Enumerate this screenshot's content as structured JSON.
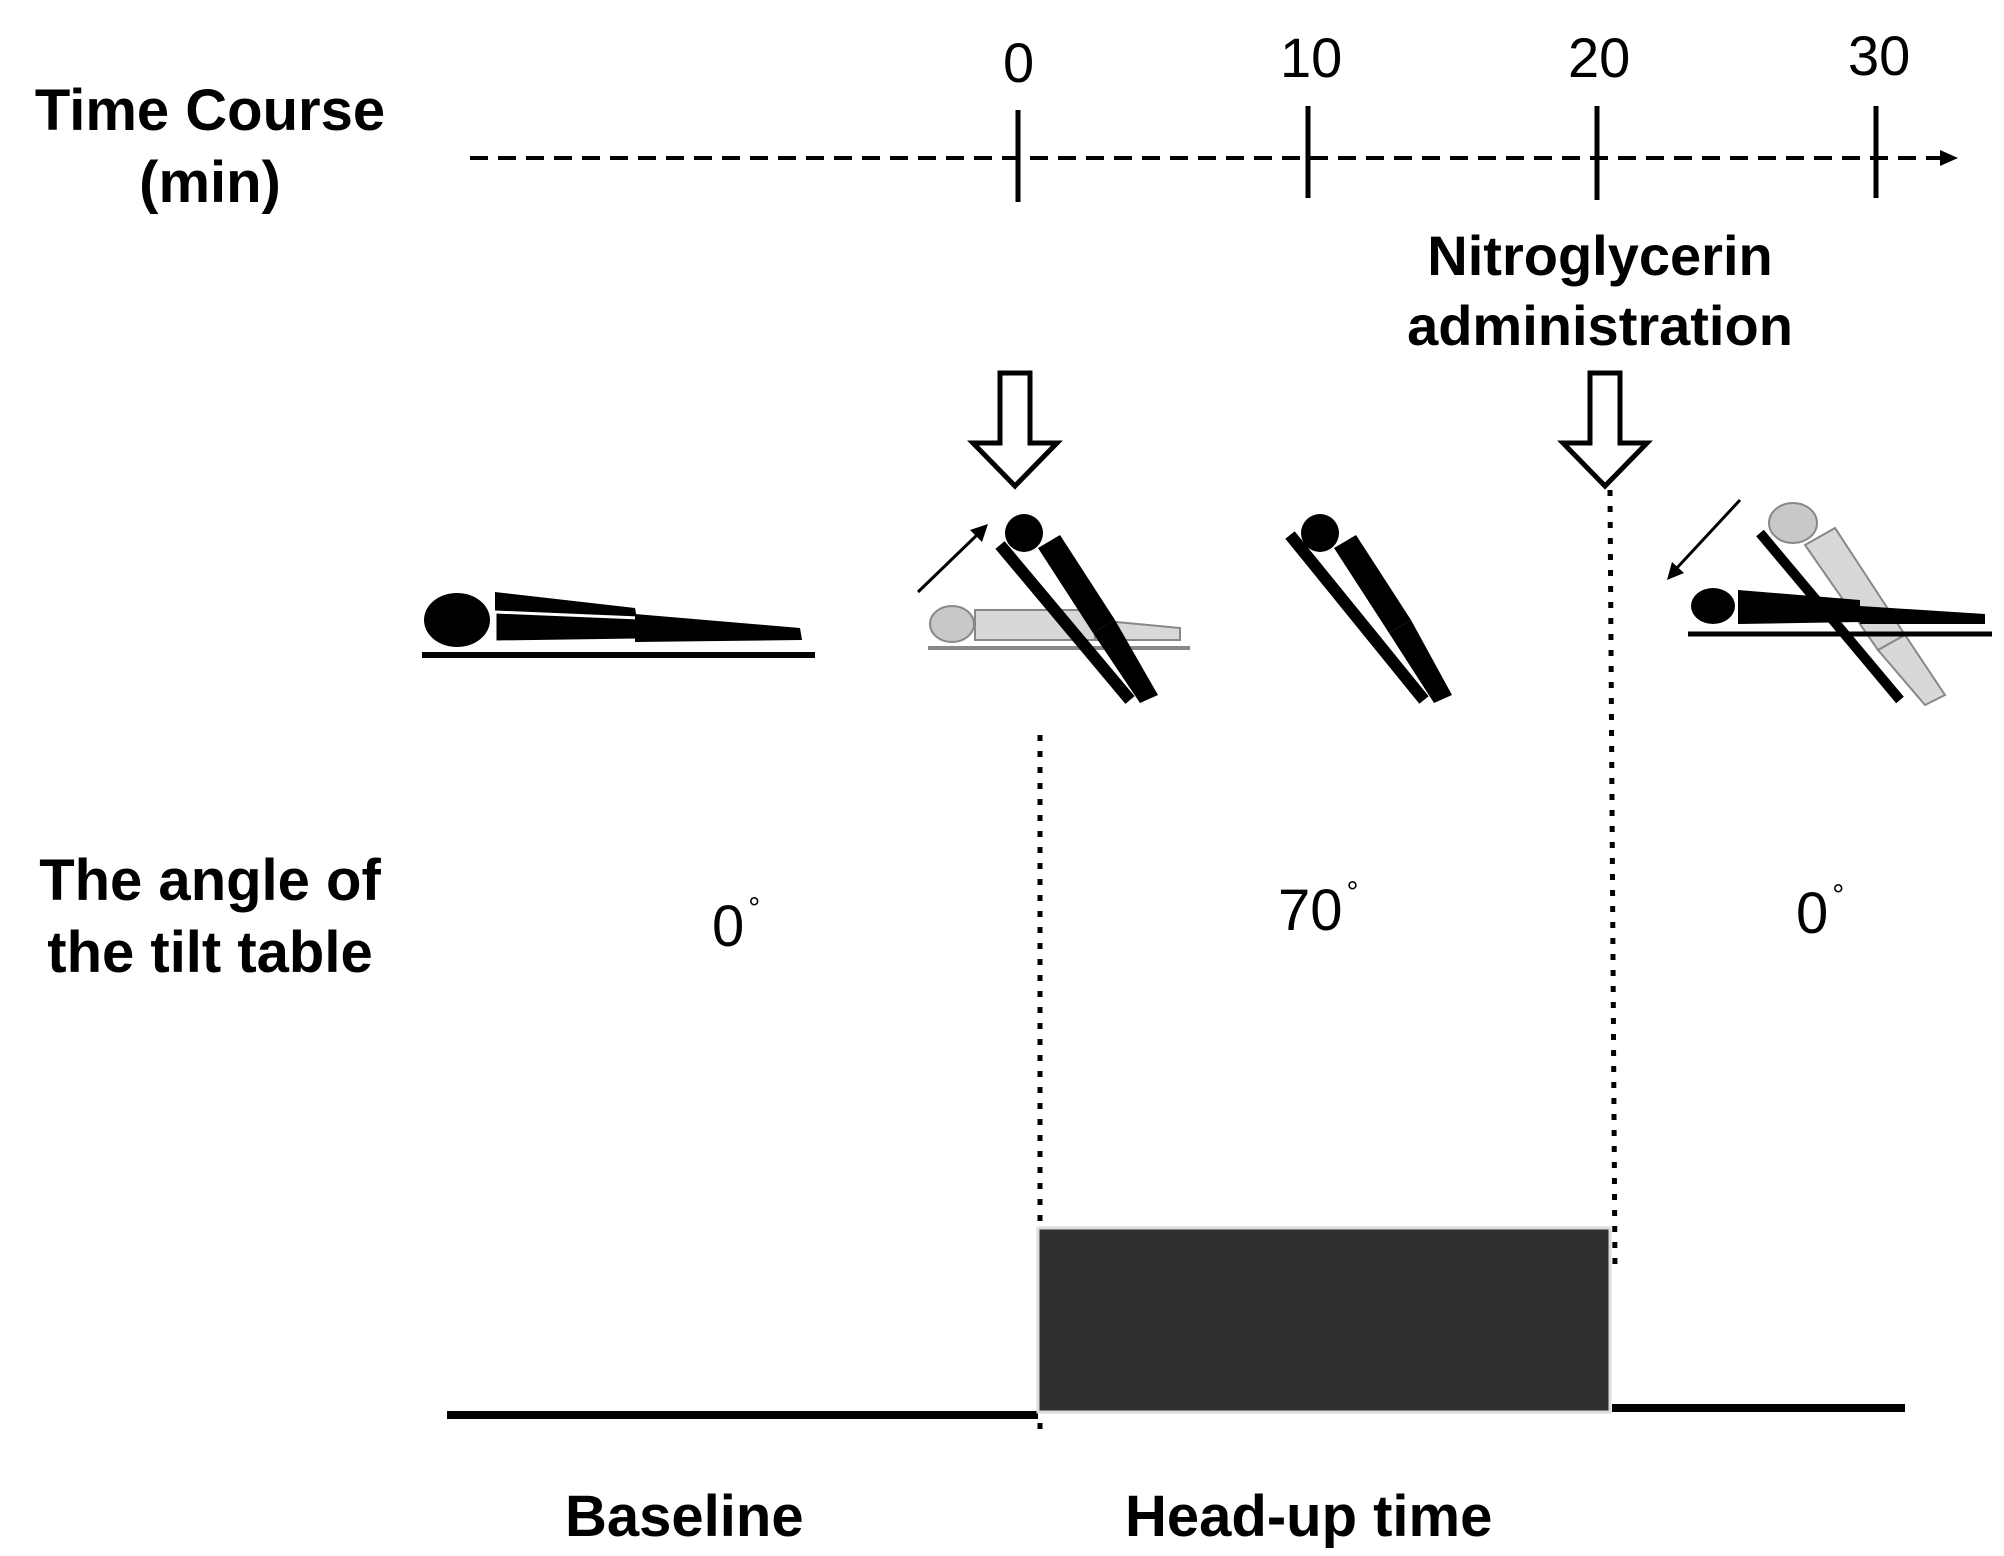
{
  "timeline": {
    "title_line1": "Time Course",
    "title_line2": "(min)",
    "ticks": [
      "0",
      "10",
      "20",
      "30"
    ]
  },
  "event": {
    "line1": "Nitroglycerin",
    "line2": "administration"
  },
  "angle": {
    "title_line1": "The angle of",
    "title_line2": "the tilt table",
    "values": [
      "0",
      "70",
      "0"
    ],
    "degree_symbol": "°"
  },
  "phases": {
    "baseline": "Baseline",
    "headup": "Head-up time"
  },
  "colors": {
    "ink": "#000000",
    "bar_fill": "#303030",
    "ghost_figure": "#c8c8c8"
  },
  "icons": [
    "supine-figure-icon",
    "tilting-up-figure-icon",
    "head-up-figure-icon",
    "tilting-down-figure-icon",
    "down-arrow-icon"
  ]
}
